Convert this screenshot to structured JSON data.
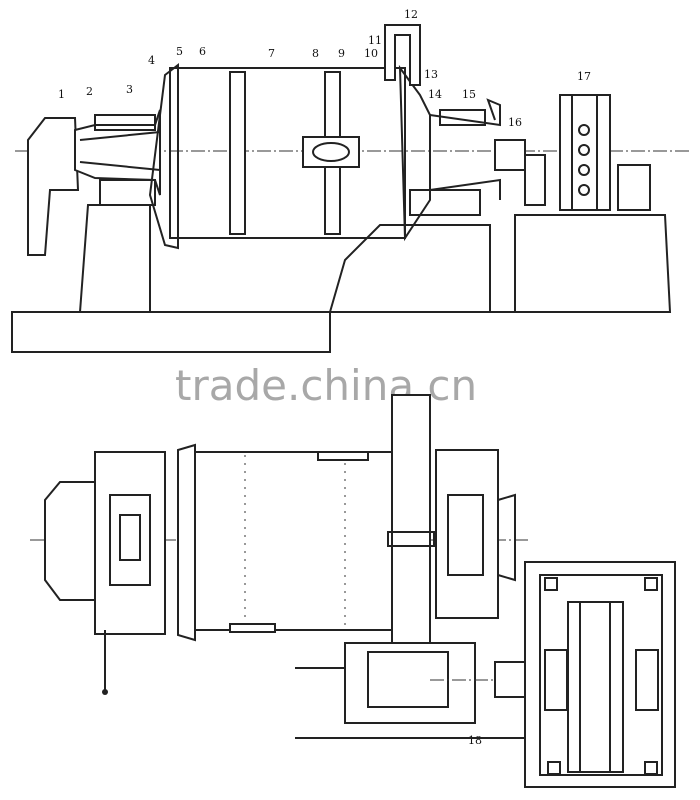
{
  "labels": [
    "1",
    "2",
    "3",
    "4",
    "5",
    "6",
    "7",
    "8",
    "9",
    "10",
    "11",
    "12",
    "13",
    "14",
    "15",
    "16",
    "17",
    "18"
  ],
  "watermark": "trade.china.cn"
}
